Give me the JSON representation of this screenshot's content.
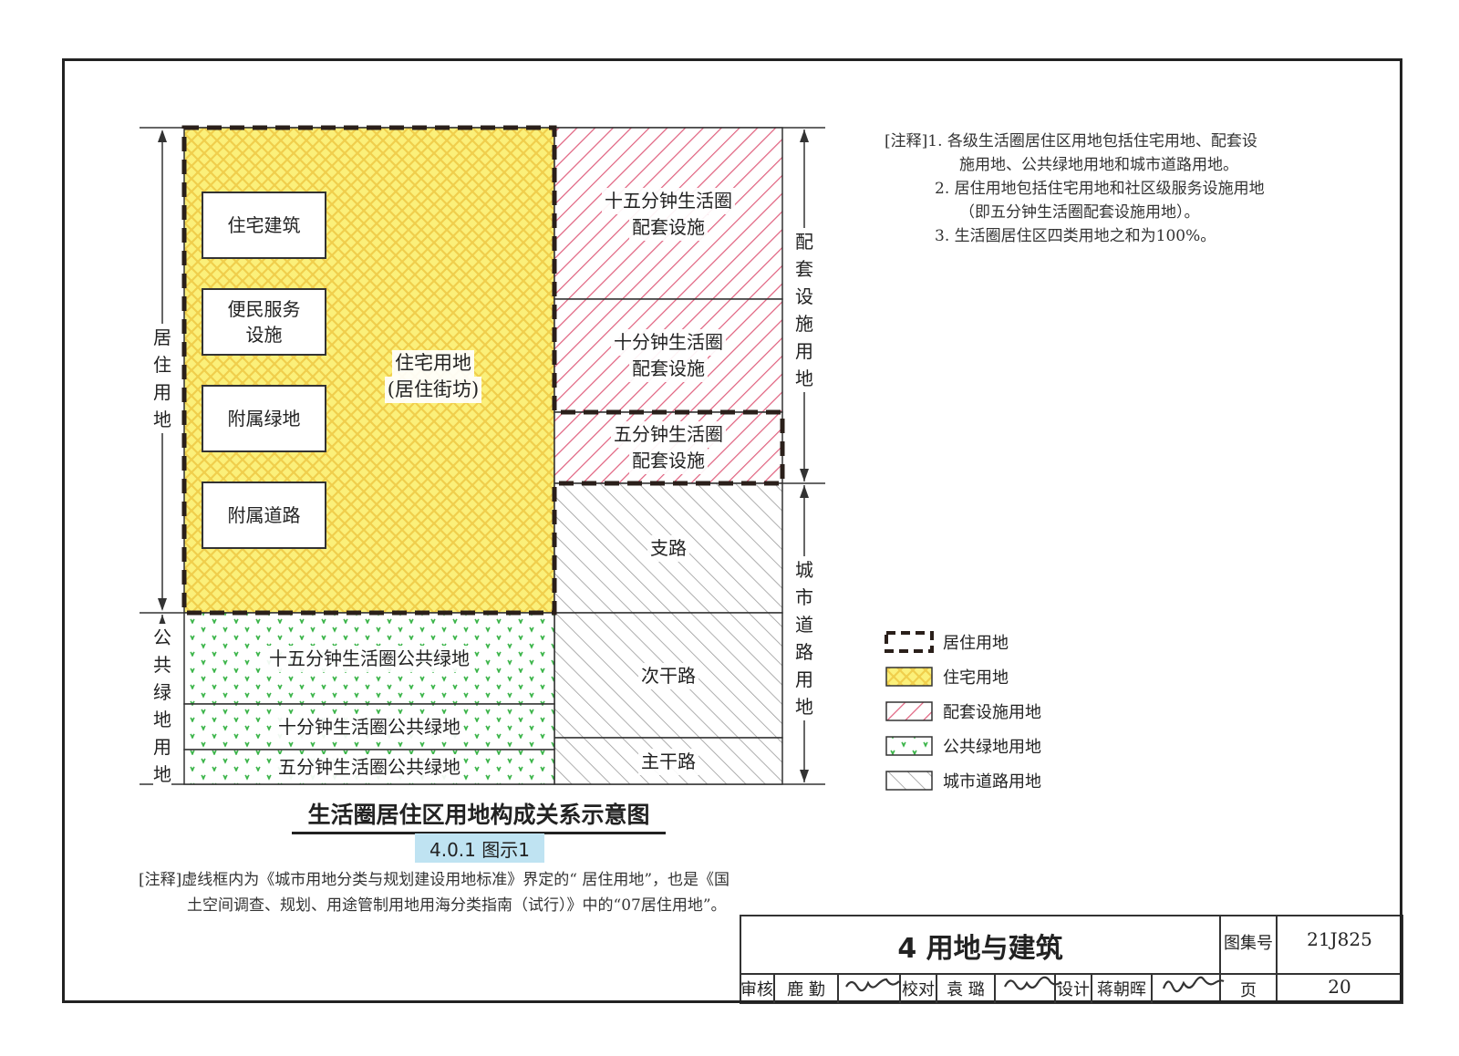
{
  "diagram": {
    "blocks": {
      "residential": {
        "label_line1": "住宅用地",
        "label_line2": "(居住街坊)"
      },
      "sub_boxes": [
        "住宅建筑",
        "便民服务\n设施",
        "附属绿地",
        "附属道路"
      ],
      "facility_15": {
        "line1": "十五分钟生活圈",
        "line2": "配套设施"
      },
      "facility_10": {
        "line1": "十分钟生活圈",
        "line2": "配套设施"
      },
      "facility_5": {
        "line1": "五分钟生活圈",
        "line2": "配套设施"
      },
      "road_branch": "支路",
      "road_secondary": "次干路",
      "road_main": "主干路",
      "green_15": "十五分钟生活圈公共绿地",
      "green_10": "十分钟生活圈公共绿地",
      "green_5": "五分钟生活圈公共绿地"
    },
    "side_labels": {
      "residential_land": [
        "居",
        "住",
        "用",
        "地"
      ],
      "public_green_land": [
        "公",
        "共",
        "绿",
        "地",
        "用",
        "地"
      ],
      "facility_land": [
        "配",
        "套",
        "设",
        "施",
        "用",
        "地"
      ],
      "urban_road_land": [
        "城",
        "市",
        "道",
        "路",
        "用",
        "地"
      ]
    },
    "title": "生活圈居住区用地构成关系示意图",
    "figure_tag": "4.0.1 图示1"
  },
  "notes_top": {
    "lines": [
      "[注释]1. 各级生活圈居住区用地包括住宅用地、配套设",
      "施用地、公共绿地用地和城市道路用地。",
      "2. 居住用地包括住宅用地和社区级服务设施用地",
      "（即五分钟生活圈配套设施用地）。",
      "3. 生活圈居住区四类用地之和为100%。"
    ]
  },
  "legend": [
    {
      "label": "居住用地",
      "swatch": "dashed-outline"
    },
    {
      "label": "住宅用地",
      "swatch": "yellow-crosshatch"
    },
    {
      "label": "配套设施用地",
      "swatch": "pink-diagonal"
    },
    {
      "label": "公共绿地用地",
      "swatch": "green-dots"
    },
    {
      "label": "城市道路用地",
      "swatch": "gray-diagonal"
    }
  ],
  "notes_bottom": {
    "line1": "[注释]虚线框内为《城市用地分类与规划建设用地标准》界定的“ 居住用地”，也是《国",
    "line2": "土空间调查、规划、用途管制用地用海分类指南（试行）》中的“07居住用地”。"
  },
  "title_block": {
    "section_title": "4 用地与建筑",
    "atlas_label": "图集号",
    "atlas_number": "21J825",
    "review_label": "审核",
    "reviewer": "鹿 勤",
    "check_label": "校对",
    "checker": "袁 璐",
    "design_label": "设计",
    "designer": "蒋朝晖",
    "page_label": "页",
    "page_number": "20"
  },
  "colors": {
    "residential_yellow": "#fbf07a",
    "crosshatch_line": "#f2d35a",
    "facility_pink": "#e0607e",
    "green_dot": "#3cb54a",
    "road_gray": "#9a9a9a",
    "figure_tag_bg": "#bfe3f2"
  }
}
